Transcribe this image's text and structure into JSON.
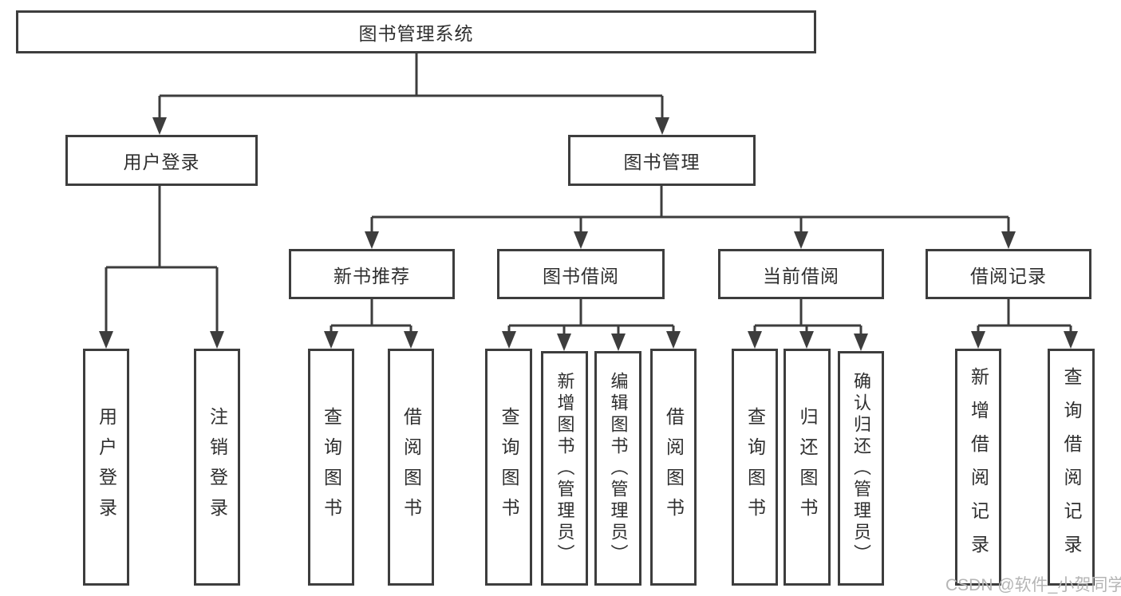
{
  "colors": {
    "line": "#3d3d3d",
    "text": "#2f2f2f",
    "watermark": "#b5b5b5",
    "background": "#ffffff"
  },
  "diagram": {
    "root": {
      "label": "图书管理系统"
    },
    "level1": [
      {
        "label": "用户登录",
        "children": [
          {
            "label": "用户登录"
          },
          {
            "label": "注销登录"
          }
        ]
      },
      {
        "label": "图书管理",
        "children": [
          {
            "label": "新书推荐",
            "children": [
              {
                "label": "查询图书"
              },
              {
                "label": "借阅图书"
              }
            ]
          },
          {
            "label": "图书借阅",
            "children": [
              {
                "label": "查询图书"
              },
              {
                "label": "新增图书（管理员）"
              },
              {
                "label": "编辑图书（管理员）"
              },
              {
                "label": "借阅图书"
              }
            ]
          },
          {
            "label": "当前借阅",
            "children": [
              {
                "label": "查询图书"
              },
              {
                "label": "归还图书"
              },
              {
                "label": "确认归还（管理员）"
              }
            ]
          },
          {
            "label": "借阅记录",
            "children": [
              {
                "label": "新增借阅记录"
              },
              {
                "label": "查询借阅记录"
              }
            ]
          }
        ]
      }
    ]
  },
  "watermark": {
    "text": "CSDN @软件_小贺同学"
  }
}
